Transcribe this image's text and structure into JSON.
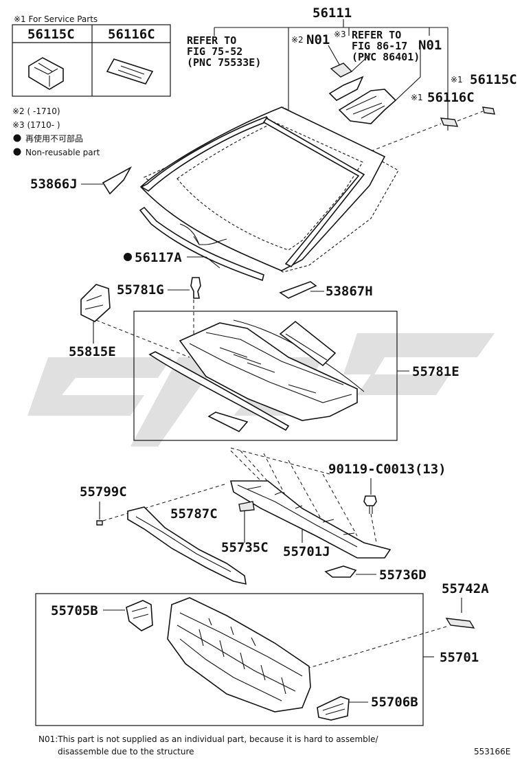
{
  "legend": {
    "title": "※1 For Service Parts",
    "col1": "56115C",
    "col2": "56116C",
    "note2": "※2 (      -1710)",
    "note3": "※3 (1710-      )",
    "bullet_jp": "再使用不可部品",
    "bullet_en": "Non-reusable part"
  },
  "refs": {
    "ref1_line1": "REFER TO",
    "ref1_line2": "FIG 75-52",
    "ref1_line3": "(PNC 75533E)",
    "ref2_line1": "REFER TO",
    "ref2_line2": "FIG 86-17",
    "ref2_line3": "(PNC 86401)"
  },
  "parts": {
    "p56111": "56111",
    "n01_a": "N01",
    "n01_a_mark": "※2",
    "n01_b_mark": "※3",
    "n01_b": "N01",
    "p56115c_mark": "※1",
    "p56115c": "56115C",
    "p56116c_mark": "※1",
    "p56116c": "56116C",
    "p53866j": "53866J",
    "p56117a": "56117A",
    "p55781g": "55781G",
    "p53867h": "53867H",
    "p55815e": "55815E",
    "p55781e": "55781E",
    "p90119": "90119-C0013(13)",
    "p55799c": "55799C",
    "p55787c": "55787C",
    "p55735c": "55735C",
    "p55701j": "55701J",
    "p55736d": "55736D",
    "p55742a": "55742A",
    "p55705b": "55705B",
    "p55701": "55701",
    "p55706b": "55706B"
  },
  "footer": {
    "note_line1": "N01:This part is not supplied as an individual part, because it is hard to assemble/",
    "note_line2": "disassemble due to the structure",
    "diagram_id": "553166E"
  }
}
